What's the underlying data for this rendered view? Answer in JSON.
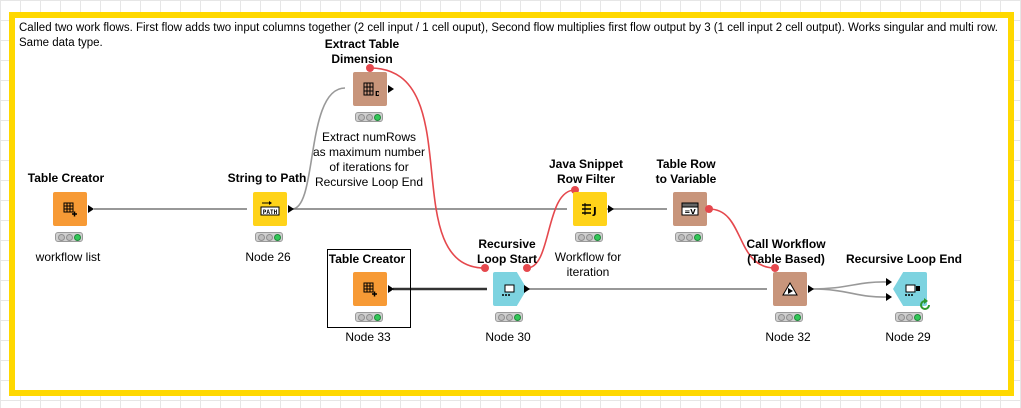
{
  "annotation": {
    "text": "Called two work flows. First flow adds two input columns together (2 cell input / 1 cell ouput), Second flow multiplies first flow output by 3 (1 cell input 2 cell output). Works singular and multi row. Same data type."
  },
  "colors": {
    "annotation_border": "#FFD800",
    "source_node": "#F79A35",
    "manipulator_node": "#FFD319",
    "other_node": "#C8957B",
    "loop_node": "#7DD3E0",
    "flow_variable_line": "#E5484D",
    "status_green": "#34C759"
  },
  "nodes": [
    {
      "id": "table-creator-1",
      "title": "Table Creator",
      "label": "workflow list",
      "icon": "table-creator-icon"
    },
    {
      "id": "string-to-path",
      "title": "String to Path",
      "label": "Node 26",
      "icon": "path-icon"
    },
    {
      "id": "extract-table-dimension",
      "title": "Extract Table\nDimension",
      "label": "Extract numRows\nas maximum number\nof iterations for\nRecursive Loop End",
      "icon": "dimension-icon"
    },
    {
      "id": "table-creator-2",
      "title": "Table Creator",
      "label": "Node 33",
      "icon": "table-creator-icon"
    },
    {
      "id": "recursive-loop-start",
      "title": "Recursive\nLoop Start",
      "label": "Node 30",
      "icon": "loop-start-icon"
    },
    {
      "id": "java-snippet-row-filter",
      "title": "Java Snippet\nRow Filter",
      "label": "Workflow for\niteration",
      "icon": "java-filter-icon"
    },
    {
      "id": "table-row-to-variable",
      "title": "Table Row\nto Variable",
      "label": "",
      "icon": "row-to-variable-icon"
    },
    {
      "id": "call-workflow",
      "title": "Call Workflow\n(Table Based)",
      "label": "Node 32",
      "icon": "call-workflow-icon"
    },
    {
      "id": "recursive-loop-end",
      "title": "Recursive Loop End",
      "label": "Node 29",
      "icon": "loop-end-icon"
    }
  ]
}
